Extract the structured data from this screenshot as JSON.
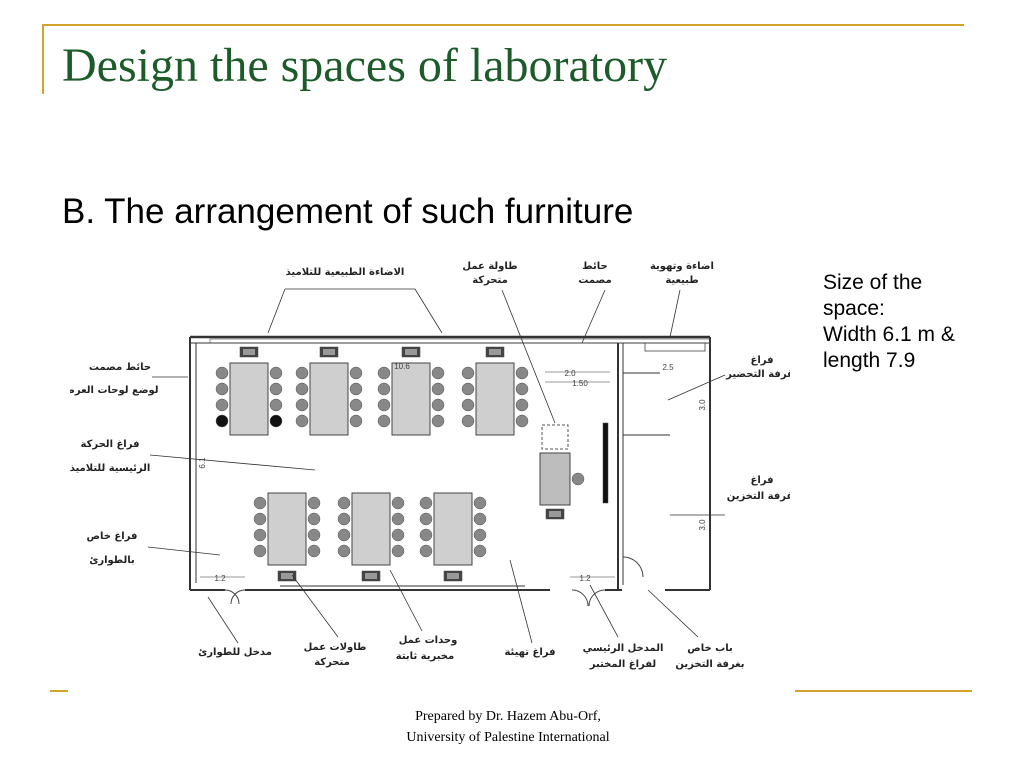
{
  "slide": {
    "title": "Design the spaces of laboratory",
    "bullet": "B. The arrangement of such furniture",
    "side_note": {
      "line1": "Size of the",
      "line2": "space:",
      "line3": "Width 6.1 m &",
      "line4": "length 7.9"
    },
    "footer": {
      "line1": "Prepared by Dr. Hazem Abu-Orf,",
      "line2": "University of Palestine International"
    }
  },
  "plan": {
    "dimensions": {
      "table_width": "10.6",
      "aisle_top": "2.0",
      "aisle_bottom": "1.50",
      "prep_width": "2.5",
      "prep_height": "3.0",
      "storage_height": "3.0",
      "room_width": "6.1",
      "emergency_door": "1.2",
      "main_door": "1.2"
    },
    "labels": {
      "natural_light": "الاضاءة الطبيعية للتلاميذ",
      "mobile_table_1": "طاولة عمل",
      "mobile_table_2": "متحركة",
      "solid_wall_1": "حائط",
      "solid_wall_2": "مصمت",
      "light_vent_1": "اضاءة وتهوية",
      "light_vent_2": "طبيعية",
      "board_wall_1": "حائط مصمت",
      "board_wall_2": "لوضع لوحات العرض",
      "prep_room_1": "فراغ",
      "prep_room_2": "غرفة التحضير",
      "circulation_1": "فراغ الحركة",
      "circulation_2": "الرئيسية للتلاميذ",
      "storage_room_1": "فراغ",
      "storage_room_2": "غرفة التخزين",
      "emergency_space_1": "فراغ خاص",
      "emergency_space_2": "بالطوارئ",
      "emergency_exit": "مدخل للطوارئ",
      "mobile_tables_1": "طاولات عمل",
      "mobile_tables_2": "متحركة",
      "fixed_units_1": "وحدات عمل",
      "fixed_units_2": "مخبرية ثابتة",
      "prep_space": "فراغ تهيئة",
      "main_entrance_1": "المدخل الرئيسي",
      "main_entrance_2": "لفراغ المختبر",
      "storage_door_1": "باب خاص",
      "storage_door_2": "بغرفة التخزين"
    }
  }
}
